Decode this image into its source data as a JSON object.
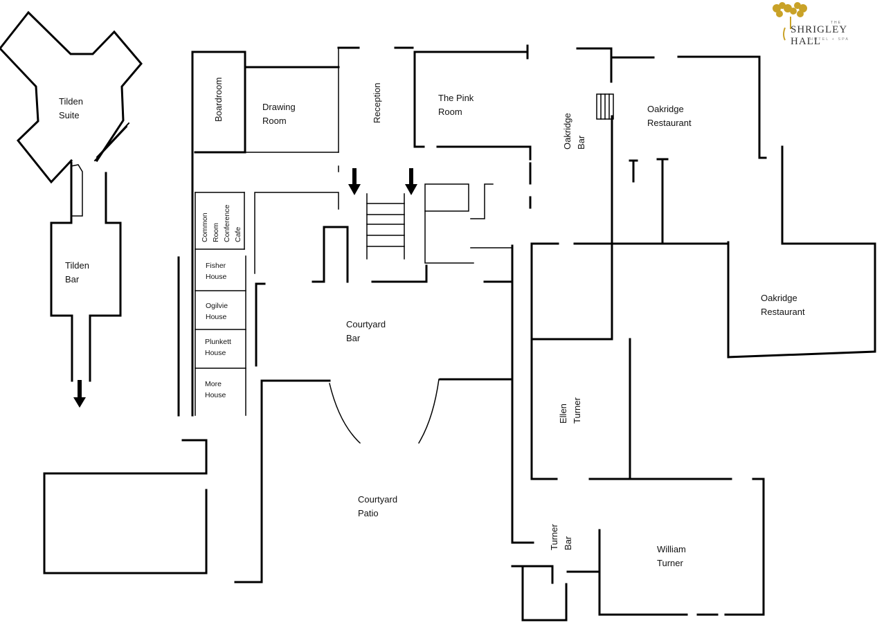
{
  "logo": {
    "small": "THE",
    "brand": "SHRIGLEY HALL",
    "subtitle": "HOTEL + SPA",
    "color": "#c9a227"
  },
  "rooms": {
    "tilden_suite": [
      "Tilden",
      "Suite"
    ],
    "tilden_bar": [
      "Tilden",
      "Bar"
    ],
    "boardroom": "Boardroom",
    "drawing_room": [
      "Drawing",
      "Room"
    ],
    "reception": "Reception",
    "pink_room": [
      "The Pink",
      "Room"
    ],
    "oakridge_bar": [
      "Oakridge",
      "Bar"
    ],
    "oakridge_restaurant_upper": [
      "Oakridge",
      "Restaurant"
    ],
    "oakridge_restaurant_lower": [
      "Oakridge",
      "Restaurant"
    ],
    "common_room": [
      "Common",
      "Room",
      "Conference",
      "Cafe"
    ],
    "fisher_house": [
      "Fisher",
      "House"
    ],
    "ogilvie_house": [
      "Ogilvie",
      "House"
    ],
    "plunkett_house": [
      "Plunkett",
      "House"
    ],
    "more_house": [
      "More",
      "House"
    ],
    "courtyard_bar": [
      "Courtyard",
      "Bar"
    ],
    "courtyard_patio": [
      "Courtyard",
      "Patio"
    ],
    "ellen_turner": [
      "Ellen",
      "Turner"
    ],
    "turner_bar": [
      "Turner",
      "Bar"
    ],
    "william_turner": [
      "William",
      "Turner"
    ]
  },
  "colors": {
    "wall": "#000000",
    "background": "#ffffff"
  }
}
